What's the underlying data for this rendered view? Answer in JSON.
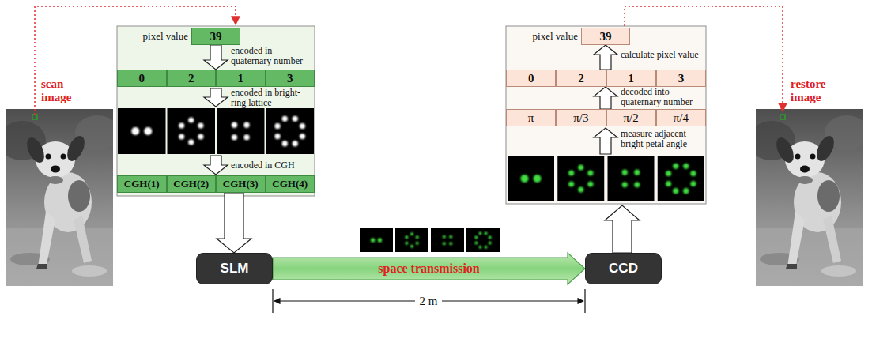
{
  "diagram": {
    "nodes": [
      {
        "text": [
          "39"
        ]
      },
      {
        "text": [
          "0"
        ]
      },
      {
        "text": [
          "2"
        ]
      },
      {
        "text": [
          "1"
        ]
      },
      {
        "text": [
          "3"
        ]
      },
      {
        "text": [
          "CGH(1)"
        ]
      },
      {
        "text": [
          "CGH(2)"
        ]
      },
      {
        "text": [
          "CGH(3)"
        ]
      },
      {
        "text": [
          "CGH(4)"
        ]
      },
      {
        "text": [
          "SLM"
        ]
      },
      {
        "text": [
          "CCD"
        ]
      },
      {
        "text": [
          "39"
        ]
      },
      {
        "text": [
          "0"
        ]
      },
      {
        "text": [
          "2"
        ]
      },
      {
        "text": [
          "1"
        ]
      },
      {
        "text": [
          "3"
        ]
      },
      {
        "text": [
          "π"
        ]
      },
      {
        "text": [
          "π/3"
        ]
      },
      {
        "text": [
          "π/2"
        ]
      },
      {
        "text": [
          "π/4"
        ]
      }
    ],
    "edges": [
      {
        "from": 0,
        "to": 2,
        "arrow": "to",
        "label": "encoded in quaternary number"
      },
      {
        "from": 7,
        "to": 9,
        "arrow": "to"
      },
      {
        "from": 9,
        "to": 10,
        "arrow": "to",
        "label": "space transmission"
      },
      {
        "from": 17,
        "to": 13,
        "arrow": "to",
        "label": "decoded into quaternary number"
      },
      {
        "from": 13,
        "to": 11,
        "arrow": "to",
        "label": "calculate pixel value"
      }
    ],
    "labels": [
      "scan image",
      "restore image",
      "pixel value",
      "pixel value",
      "encoded in bright-ring lattice",
      "encoded in CGH",
      "measure adjacent bright petal angle",
      "2 m"
    ]
  }
}
